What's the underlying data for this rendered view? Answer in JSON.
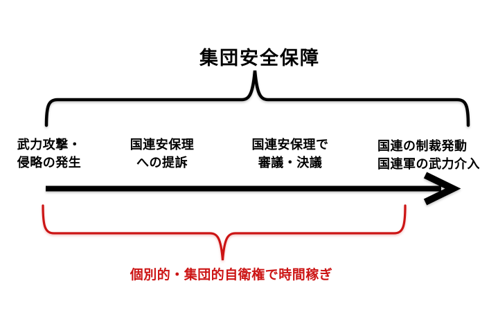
{
  "colors": {
    "line_black": "#000000",
    "accent_red": "#cc1414"
  },
  "title": "集団安全保障",
  "timeline": {
    "steps": [
      {
        "lines": [
          "武力攻撃・",
          "侵略の発生"
        ]
      },
      {
        "lines": [
          "国連安保理",
          "への提訴"
        ]
      },
      {
        "lines": [
          "国連安保理で",
          "審議・決議"
        ]
      },
      {
        "lines": [
          "国連の制裁発動",
          "国連軍の武力介入"
        ]
      }
    ]
  },
  "annotation": {
    "label": "個別的・集団的自衛権で時間稼ぎ"
  }
}
